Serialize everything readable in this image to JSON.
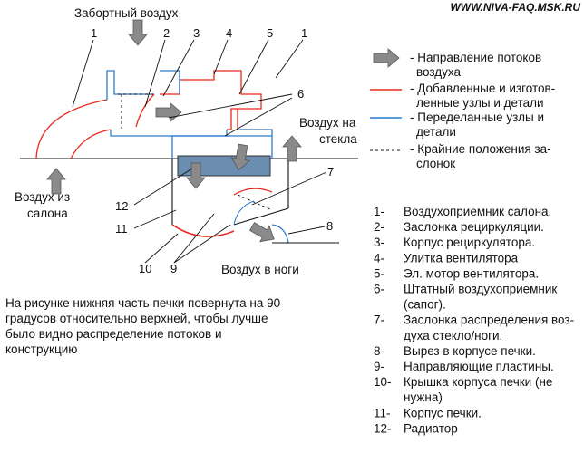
{
  "watermark": "WWW.NIVA-FAQ.MSK.RU",
  "labels": {
    "outboard_air": "Забортный воздух",
    "air_from_cabin_1": "Воздух из",
    "air_from_cabin_2": "салона",
    "air_to_glass_1": "Воздух на",
    "air_to_glass_2": "стекла",
    "air_to_feet": "Воздух в ноги"
  },
  "callouts": [
    "1",
    "2",
    "3",
    "4",
    "5",
    "1",
    "6",
    "7",
    "8",
    "9",
    "10",
    "11",
    "12"
  ],
  "colors": {
    "added": "#e8281f",
    "modified": "#2a7bd1",
    "arrow": "#888888",
    "radiator": "#6a8db0",
    "line": "#111111"
  },
  "legend": [
    {
      "icon": "flow-arrow-icon",
      "lines": [
        "- Направление потоков",
        "воздуха"
      ]
    },
    {
      "icon": "red-line-icon",
      "lines": [
        "- Добавленные и изготов-",
        "ленные узлы и детали"
      ]
    },
    {
      "icon": "blue-line-icon",
      "lines": [
        "- Переделанные узлы и",
        "детали"
      ]
    },
    {
      "icon": "dashed-line-icon",
      "lines": [
        "- Крайние положения за-",
        "слонок"
      ]
    }
  ],
  "parts": [
    {
      "n": "1-",
      "lines": [
        "Воздухоприемник салона."
      ]
    },
    {
      "n": "2-",
      "lines": [
        "Заслонка рециркуляции."
      ]
    },
    {
      "n": "3-",
      "lines": [
        "Корпус рециркулятора."
      ]
    },
    {
      "n": "4-",
      "lines": [
        "Улитка вентилятора"
      ]
    },
    {
      "n": "5-",
      "lines": [
        "Эл. мотор вентилятора."
      ]
    },
    {
      "n": "6-",
      "lines": [
        "Штатный воздухоприемник",
        "(сапог)."
      ]
    },
    {
      "n": "7-",
      "lines": [
        "Заслонка распределения воз-",
        "духа стекло/ноги."
      ]
    },
    {
      "n": "8-",
      "lines": [
        "Вырез в корпусе печки."
      ]
    },
    {
      "n": "9-",
      "lines": [
        "Направляющие пластины."
      ]
    },
    {
      "n": "10-",
      "lines": [
        "Крышка корпуса печки (не",
        "нужна)"
      ]
    },
    {
      "n": "11-",
      "lines": [
        "Корпус печки."
      ]
    },
    {
      "n": "12-",
      "lines": [
        "Радиатор"
      ]
    }
  ],
  "note": "На рисунке нижняя часть печки повернута на 90 градусов относительно верхней, чтобы лучше было видно распределение потоков и конструкцию"
}
